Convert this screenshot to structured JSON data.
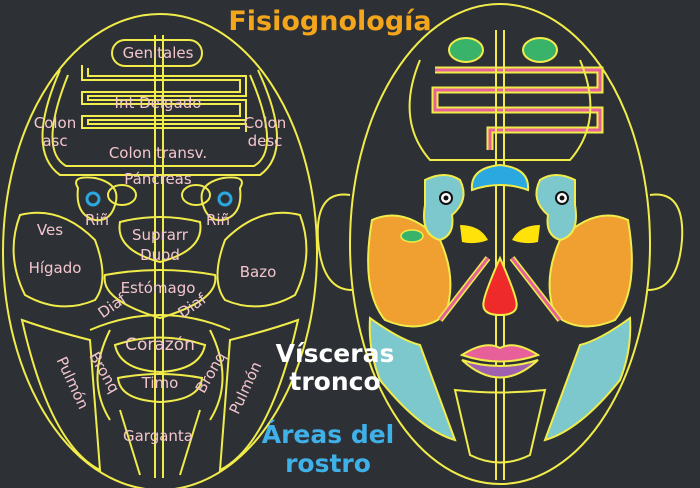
{
  "title": "Fisiognología",
  "left_face": {
    "labels": {
      "genitales": "Genitales",
      "int_delgado": "Int Delgado",
      "colon_asc_1": "Colon",
      "colon_asc_2": "asc",
      "colon_desc_1": "Colon",
      "colon_desc_2": "desc",
      "colon_transv": "Colon transv.",
      "pancreas": "Páncreas",
      "ves": "Ves",
      "rin_left": "Riñ",
      "rin_right": "Riñ",
      "suprarr": "Suprarr",
      "duod": "Duod",
      "higado": "Hígado",
      "bazo": "Bazo",
      "estomago": "Estómago",
      "diaf_left": "Diaf",
      "diaf_right": "Diaf",
      "corazon": "Corazón",
      "bronq_left": "Bronq",
      "bronq_right": "Bronq",
      "timo": "Timo",
      "pulmon_left": "Pulmón",
      "pulmon_right": "Pulmón",
      "garganta": "Garganta"
    }
  },
  "captions": {
    "visceras_1": "Vísceras",
    "visceras_2": "tronco",
    "areas_1": "Áreas del",
    "areas_2": "rostro"
  },
  "colors": {
    "background": "#2d3136",
    "outline": "#f1ec4a",
    "title": "#f3a51c",
    "label": "#f3c6cd",
    "white_caption": "#ffffff",
    "blue_caption": "#3fb0e8",
    "green": "#39b36a",
    "orange": "#f0a030",
    "teal": "#7cc8cc",
    "blue": "#2ba8e0",
    "red": "#ee2a2a",
    "yellow": "#ffe20a",
    "pink": "#e8609a",
    "purple": "#a060b0"
  }
}
